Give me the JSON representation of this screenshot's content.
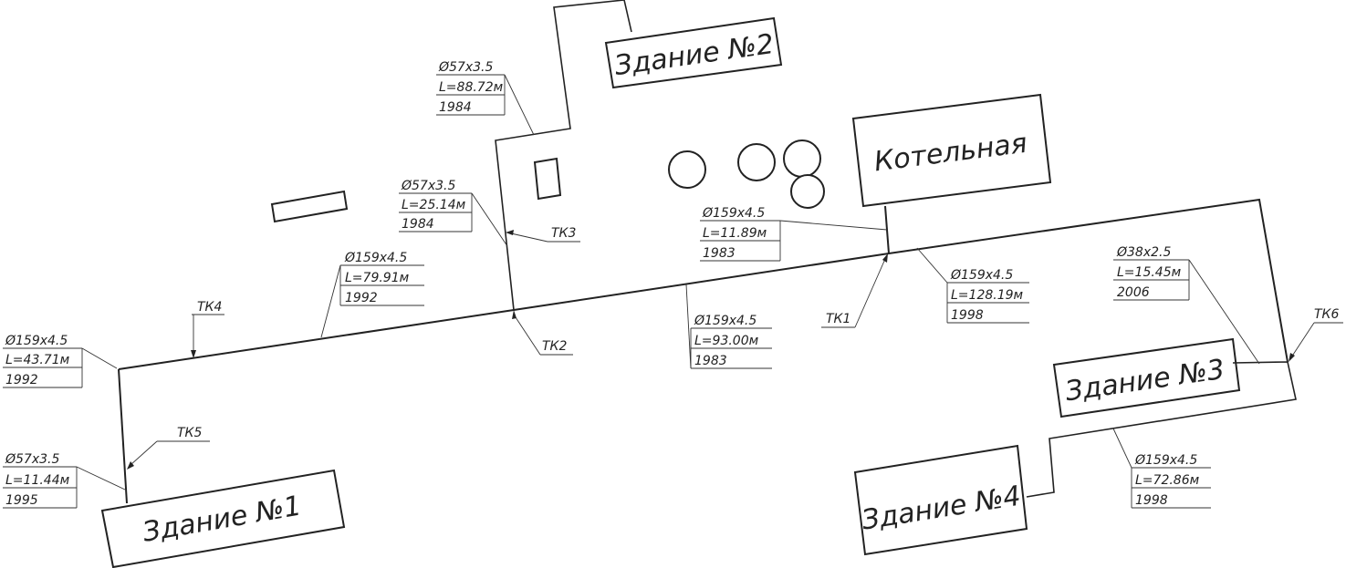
{
  "buildings": {
    "b1": "Здание №1",
    "b2": "Здание №2",
    "b3": "Здание №3",
    "b4": "Здание №4",
    "boiler": "Котельная"
  },
  "chambers": [
    "ТК1",
    "ТК2",
    "ТК3",
    "ТК4",
    "ТК5",
    "ТК6"
  ],
  "segments": [
    {
      "id": "seg-b2",
      "d": "Ø57х3.5",
      "l": "L=88.72м",
      "y": "1984"
    },
    {
      "id": "seg-tk3",
      "d": "Ø57х3.5",
      "l": "L=25.14м",
      "y": "1984"
    },
    {
      "id": "seg-tk4-tk2",
      "d": "Ø159х4.5",
      "l": "L=79.91м",
      "y": "1992"
    },
    {
      "id": "seg-boiler",
      "d": "Ø159х4.5",
      "l": "L=11.89м",
      "y": "1983"
    },
    {
      "id": "seg-tk2-tk1",
      "d": "Ø159х4.5",
      "l": "L=93.00м",
      "y": "1983"
    },
    {
      "id": "seg-tk1-tk6",
      "d": "Ø159х4.5",
      "l": "L=128.19м",
      "y": "1998"
    },
    {
      "id": "seg-b3",
      "d": "Ø38х2.5",
      "l": "L=15.45м",
      "y": "2006"
    },
    {
      "id": "seg-tk5-tk4",
      "d": "Ø159х4.5",
      "l": "L=43.71м",
      "y": "1992"
    },
    {
      "id": "seg-b1",
      "d": "Ø57х3.5",
      "l": "L=11.44м",
      "y": "1995"
    },
    {
      "id": "seg-b4",
      "d": "Ø159х4.5",
      "l": "L=72.86м",
      "y": "1998"
    }
  ]
}
